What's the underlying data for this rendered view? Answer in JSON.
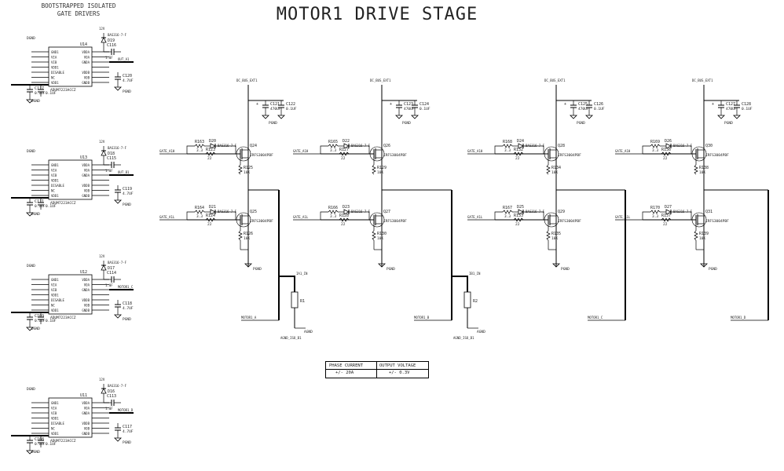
{
  "title": "MOTOR1 DRIVE STAGE",
  "section_title": [
    "BOOTSTRAPPED ISOLATED",
    "GATE DRIVERS"
  ],
  "gate_drivers": [
    {
      "id": "U14",
      "part": "ADUM7223ACCZ",
      "diode": "D19",
      "cap_boot": "C116",
      "cap_a": "C120",
      "cap_b": "C117",
      "cap_c": "C112",
      "boot_val": "1.0F",
      "cap_b_val": "0.1UF",
      "cap_c_val": "0.1UF",
      "cap_a_val": "4.7UF",
      "out": "OUT_A1"
    },
    {
      "id": "U13",
      "part": "ADUM7223ACCZ",
      "diode": "D18",
      "cap_boot": "C115",
      "cap_a": "C119",
      "cap_b": "C111",
      "cap_c": "C110",
      "boot_val": "1.0F",
      "cap_b_val": "0.1UF",
      "cap_c_val": "0.1UF",
      "cap_a_val": "4.7UF",
      "out": "OUT_B1"
    },
    {
      "id": "U12",
      "part": "ADUM7223ACCZ",
      "diode": "D17",
      "cap_boot": "C114",
      "cap_a": "C118",
      "cap_b": "C109",
      "cap_c": "C110",
      "boot_val": "1.0F",
      "cap_b_val": "0.1UF",
      "cap_c_val": "0.1UF",
      "cap_a_val": "4.7UF",
      "out": "MOTOR1_C"
    },
    {
      "id": "U11",
      "part": "ADUM7223ACCZ",
      "diode": "D16",
      "cap_boot": "C113",
      "cap_a": "C117",
      "cap_b": "C108",
      "cap_c": "C109",
      "boot_val": "1.0F",
      "cap_b_val": "0.1UF",
      "cap_c_val": "0.1UF",
      "cap_a_val": "4.7UF",
      "out": "MOTOR1_D"
    }
  ],
  "driver_pins_left": [
    "GND1",
    "VIA",
    "VIB",
    "VDD1",
    "DISABLE",
    "NC",
    "VDD1"
  ],
  "driver_pins_right": [
    "VDDA",
    "VOA",
    "GNDA",
    "",
    "VDDB",
    "VOB",
    "GNDB"
  ],
  "labels": {
    "dgnd": "DGND",
    "pgnd": "PGND",
    "agnd": "AGND",
    "dc_bus": "DC_BUS_EXT1",
    "motor_phases": [
      "MOTOR1_A",
      "MOTOR1_B",
      "MOTOR1_C",
      "MOTOR1_D"
    ]
  },
  "half_bridges": [
    {
      "q_hi": "Q24",
      "q_lo": "Q25",
      "d_hi": "D20",
      "d_lo": "D21",
      "r_g_hi": "R123",
      "r_g_lo": "R124",
      "r_s_hi": "R163",
      "r_s_lo": "R164",
      "r_pd_hi": "R125",
      "r_pd_lo": "R126",
      "c_bulk": "C121",
      "c_dec": "C122",
      "shunt": "R1",
      "shunt_label": "IA1_IN"
    },
    {
      "q_hi": "Q26",
      "q_lo": "Q27",
      "d_hi": "D22",
      "d_lo": "D23",
      "r_g_hi": "R127",
      "r_g_lo": "R128",
      "r_s_hi": "R165",
      "r_s_lo": "R166",
      "r_pd_hi": "R129",
      "r_pd_lo": "R130",
      "c_bulk": "C123",
      "c_dec": "C124",
      "shunt": "R2",
      "shunt_label": "IB1_IN"
    },
    {
      "q_hi": "Q28",
      "q_lo": "Q29",
      "d_hi": "D24",
      "d_lo": "D25",
      "r_g_hi": "R132",
      "r_g_lo": "R133",
      "r_s_hi": "R168",
      "r_s_lo": "R167",
      "r_pd_hi": "R134",
      "r_pd_lo": "R135",
      "c_bulk": "C125",
      "c_dec": "C126",
      "shunt": "",
      "shunt_label": ""
    },
    {
      "q_hi": "Q30",
      "q_lo": "Q31",
      "d_hi": "D26",
      "d_lo": "D27",
      "r_g_hi": "R136",
      "r_g_lo": "R137",
      "r_s_hi": "R169",
      "r_s_lo": "R170",
      "r_pd_hi": "R138",
      "r_pd_lo": "R139",
      "c_bulk": "C127",
      "c_dec": "C128",
      "shunt": "",
      "shunt_label": ""
    }
  ],
  "component_values": {
    "fet": "IRFS3004PBF",
    "diode": "BAS316-7-F",
    "r_gate": "22",
    "r_snub": "3.3",
    "r_pd": "10K",
    "c_bulk": "470UF 63V",
    "c_dec": "0.1UF"
  },
  "table": {
    "headers": [
      "PHASE CURRENT",
      "OUTPUT VOLTAGE"
    ],
    "values": [
      "+/- 20A",
      "+/- 0.3V"
    ]
  }
}
